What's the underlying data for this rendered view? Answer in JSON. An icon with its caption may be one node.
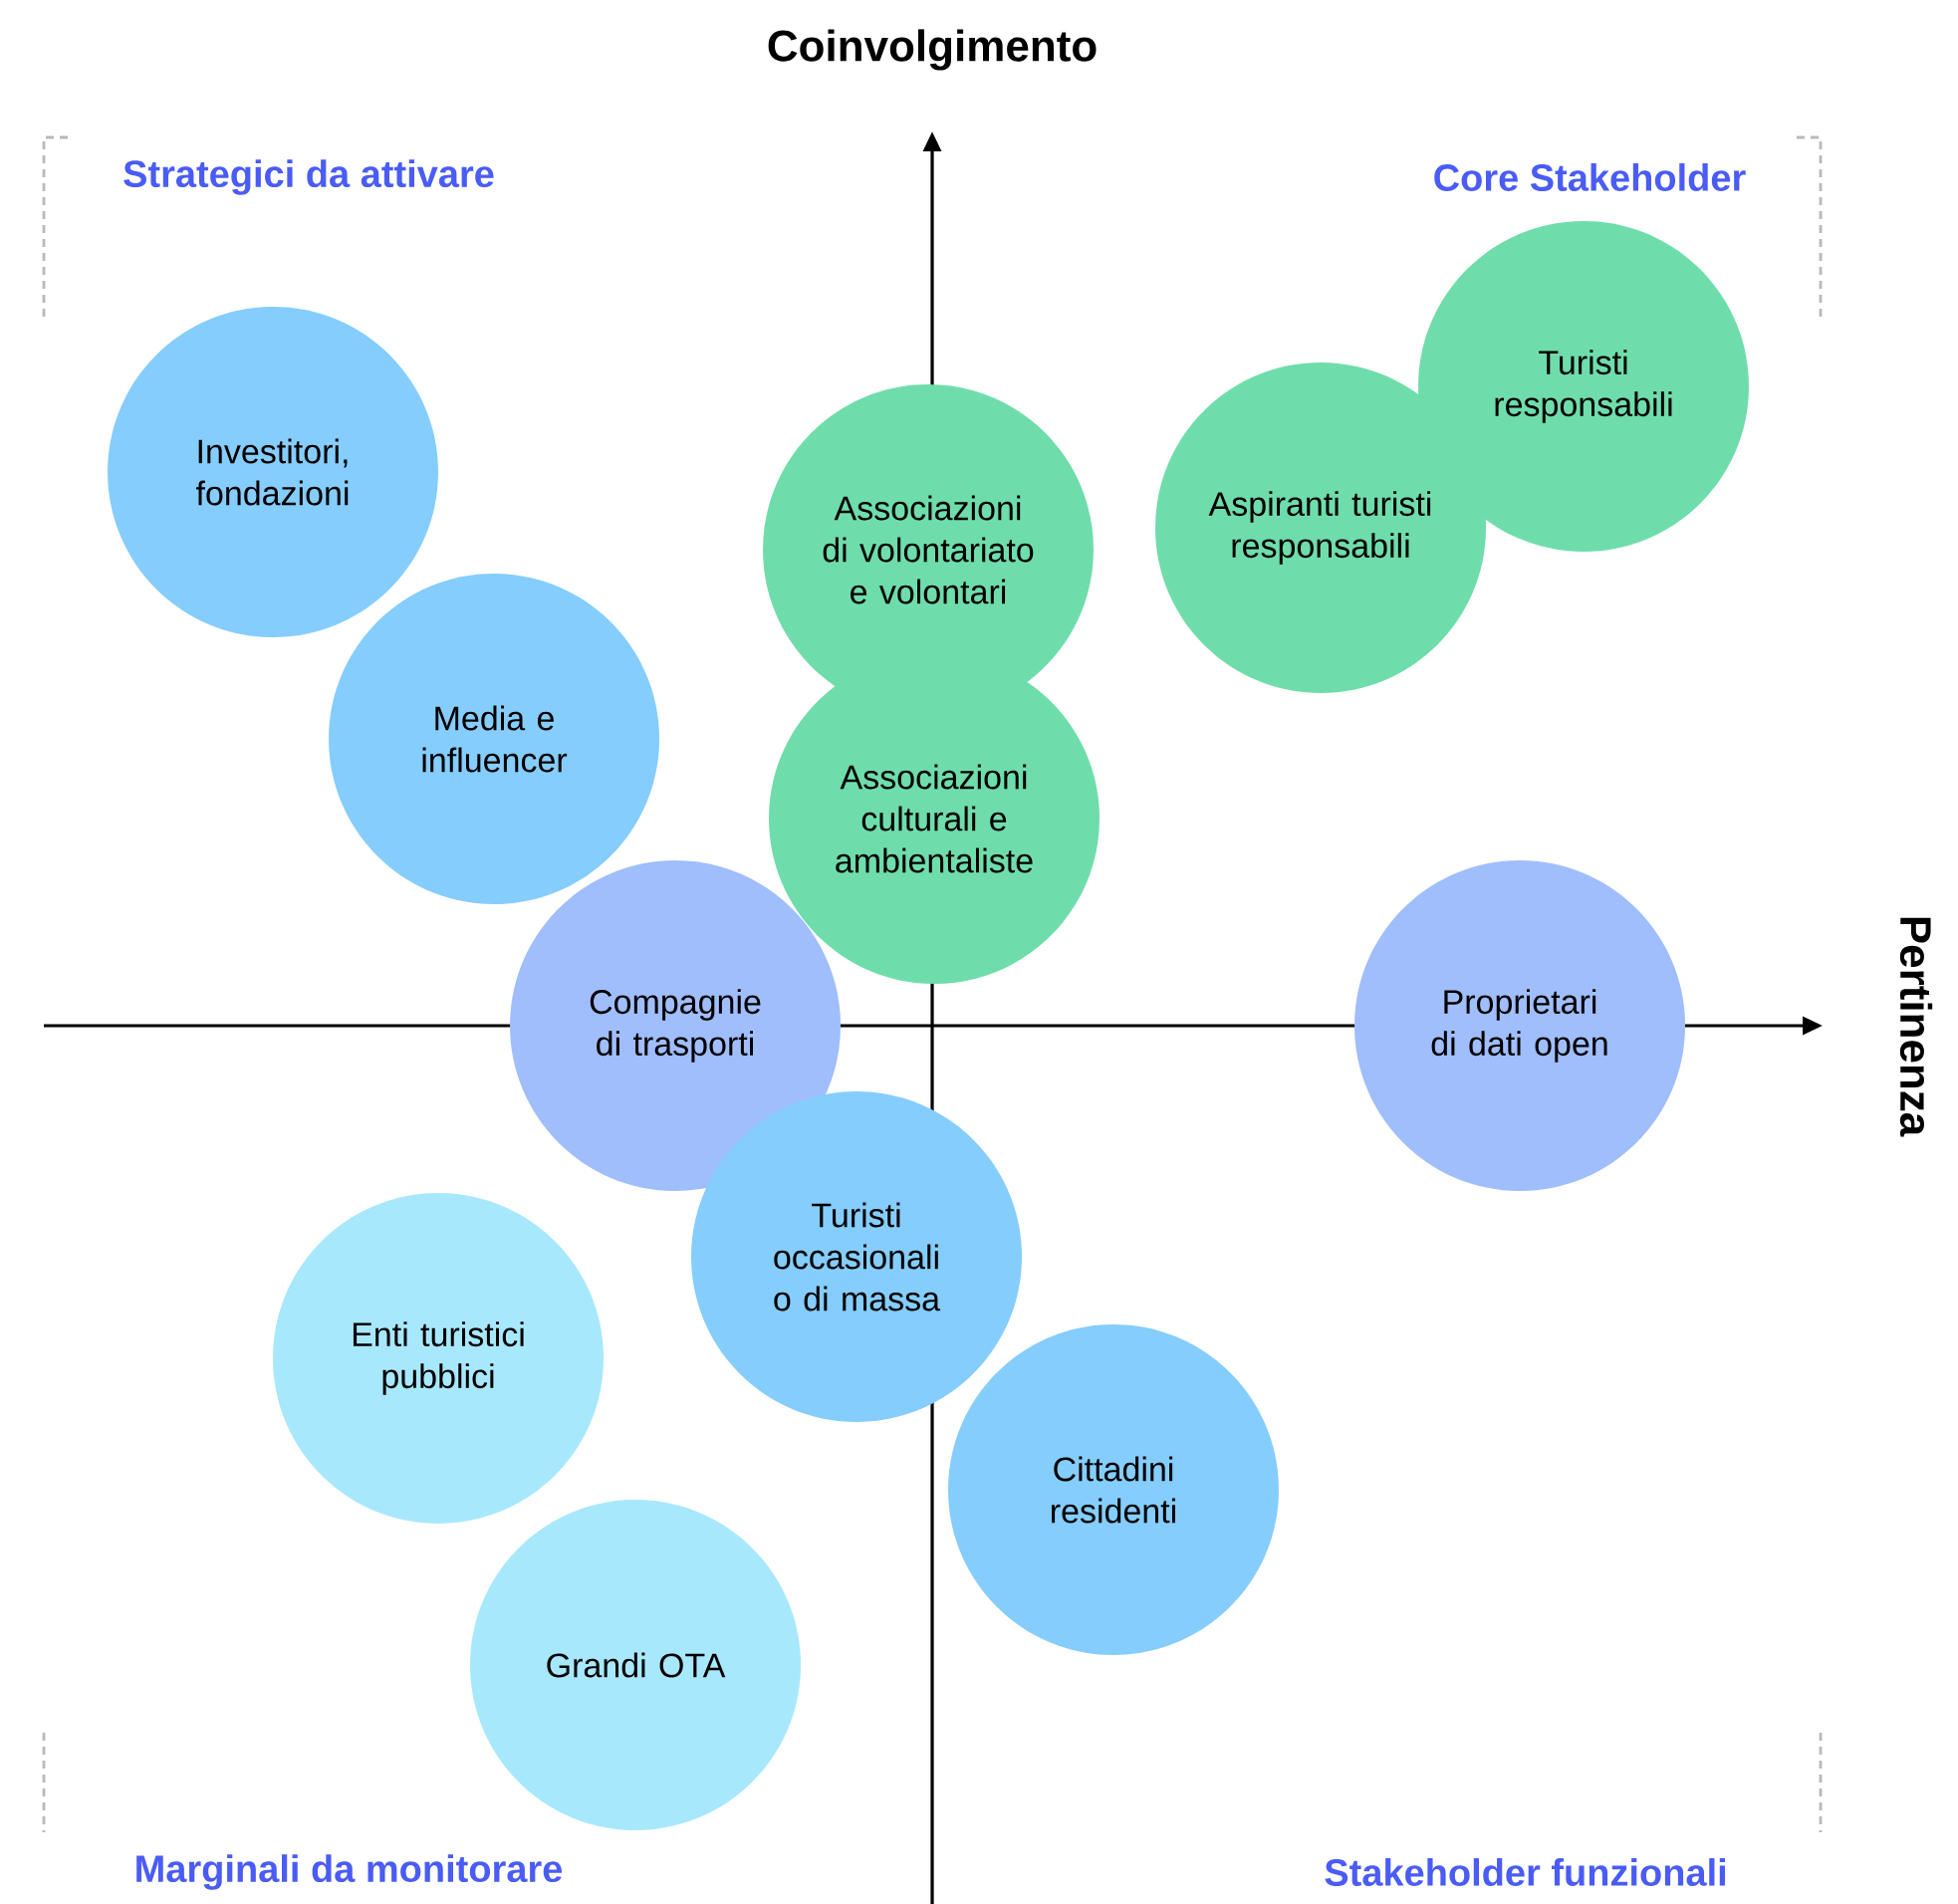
{
  "diagram": {
    "nodes": [
      {
        "text": [
          "Investitori, fondazioni"
        ]
      },
      {
        "text": [
          "Media e influencer"
        ]
      },
      {
        "text": [
          "Associazioni di volontariato e volontari"
        ]
      },
      {
        "text": [
          "Associazioni culturali e ambientaliste"
        ]
      },
      {
        "text": [
          "Aspiranti turisti responsabili"
        ]
      },
      {
        "text": [
          "Turisti responsabili"
        ]
      },
      {
        "text": [
          "Compagnie di trasporti"
        ]
      },
      {
        "text": [
          "Proprietari di dati open"
        ]
      },
      {
        "text": [
          "Turisti occasionali o di massa"
        ]
      },
      {
        "text": [
          "Enti turistici pubblici"
        ]
      },
      {
        "text": [
          "Cittadini residenti"
        ]
      },
      {
        "text": [
          "Grandi OTA"
        ]
      }
    ],
    "labels": [
      "Coinvolgimento",
      "Strategici da attivare",
      "Core Stakeholder",
      "Pertinenza",
      "Marginali da monitorare",
      "Stakeholder funzionali"
    ]
  }
}
